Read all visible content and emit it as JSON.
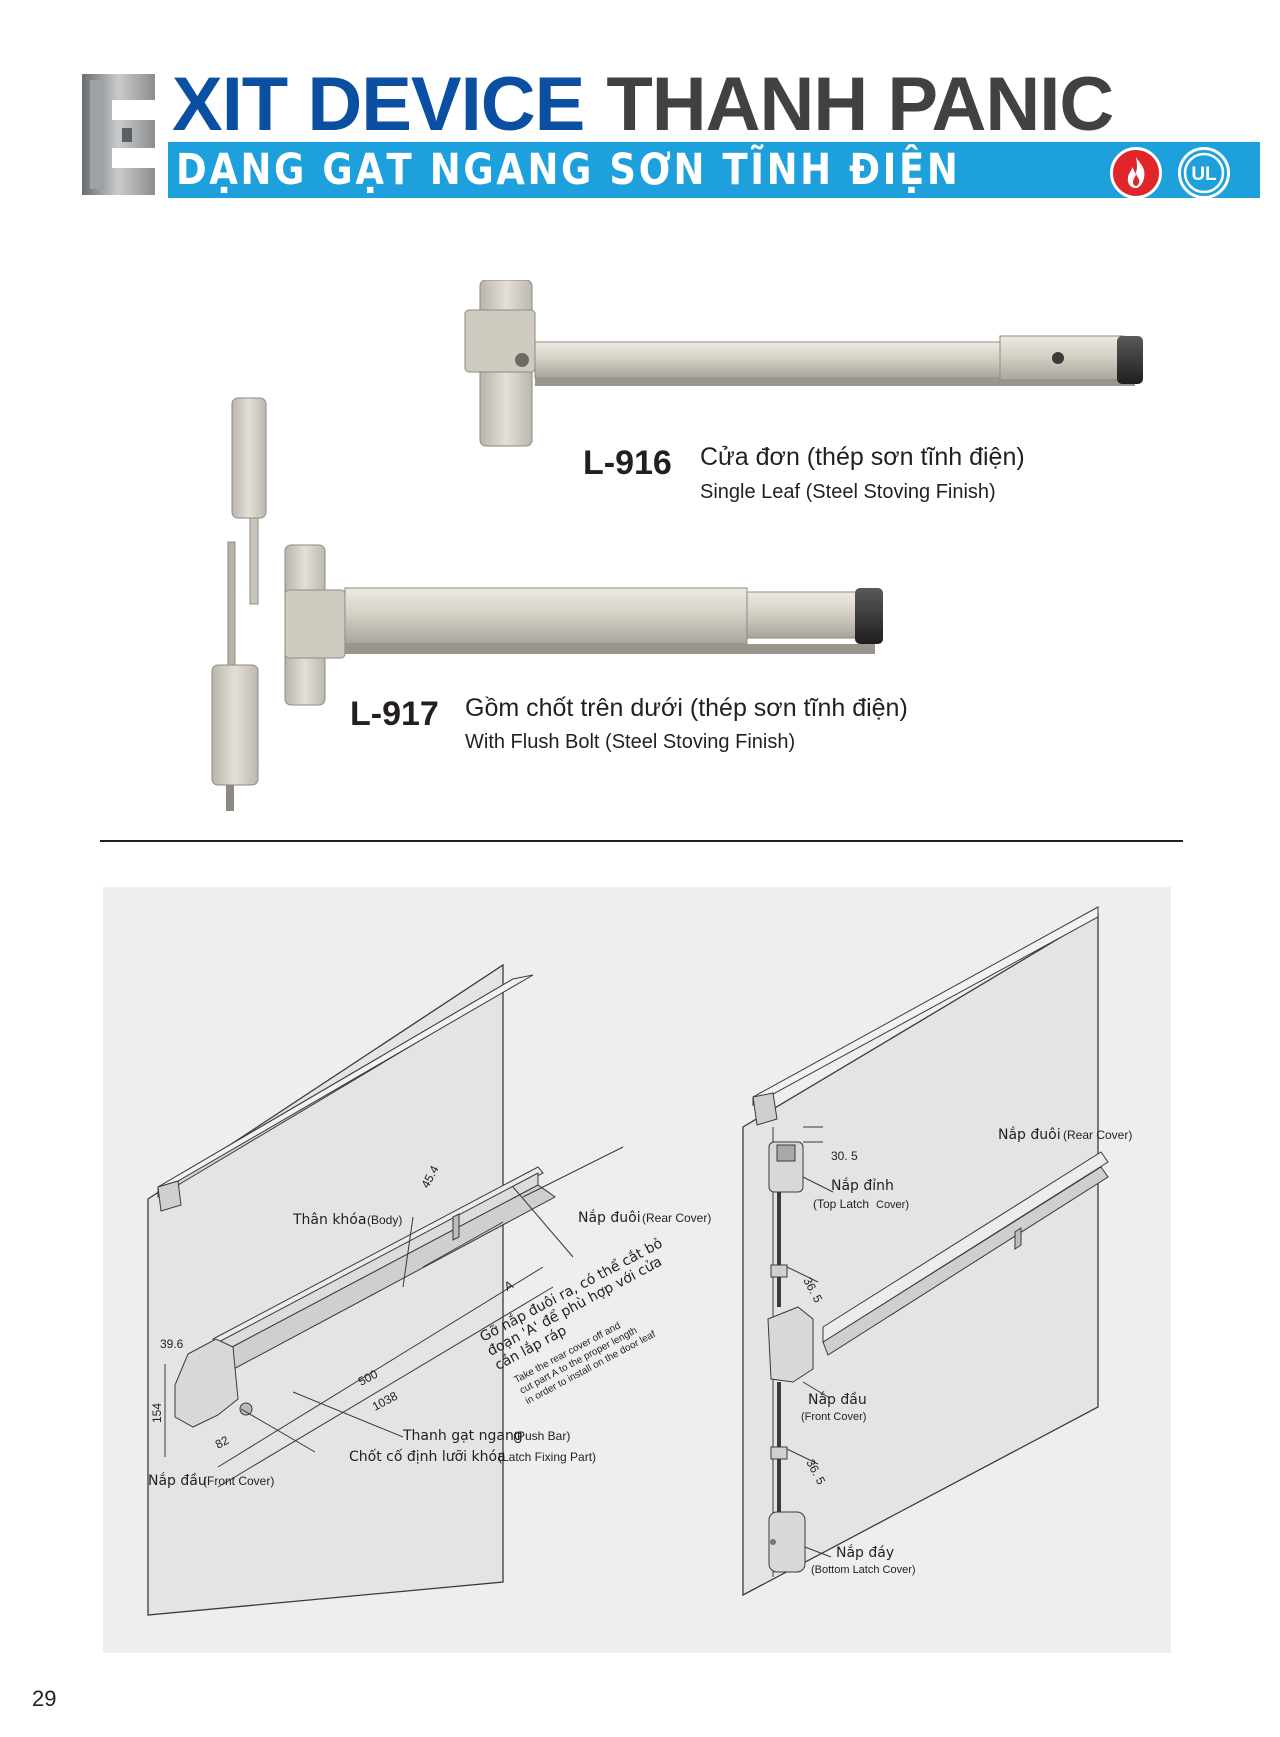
{
  "header": {
    "title_blue": "XIT DEVICE",
    "title_grey": "THANH PANIC",
    "subtitle": "DẠNG GẠT NGANG SƠN TĨNH ĐIỆN",
    "badge_ul": "UL",
    "colors": {
      "blue": "#0b4fa3",
      "bar": "#1ea0dc",
      "grey": "#3f4143",
      "fire_badge": "#e0262b"
    },
    "icons": [
      "fire-rated-icon",
      "ul-listed-icon"
    ]
  },
  "products": [
    {
      "model": "L-916",
      "name_vn": "Cửa đơn (thép sơn tĩnh điện)",
      "name_en": "Single Leaf (Steel Stoving Finish)"
    },
    {
      "model": "L-917",
      "name_vn": "Gồm chốt trên dưới (thép sơn tĩnh điện)",
      "name_en": "With Flush Bolt (Steel Stoving Finish)"
    }
  ],
  "diagram_left": {
    "body": "Thân khóa",
    "body_en": "(Body)",
    "rear_cover": "Nắp đuôi",
    "rear_cover_en": "(Rear Cover)",
    "push_bar": "Thanh gạt ngang",
    "push_bar_en": "(Push Bar)",
    "latch_fixing": "Chốt cố định lưỡi khóa",
    "latch_fixing_en": "(Latch Fixing Part)",
    "front_cover": "Nắp đầu",
    "front_cover_en": "(Front Cover)",
    "note_vn_1": "Gỡ nắp đuôi ra, có thể cắt bỏ",
    "note_vn_2": "đoạn 'A' để phù hợp với cửa",
    "note_vn_3": "cần lắp ráp",
    "note_en_1": "Take the rear cover off and",
    "note_en_2": "cut part A to the  proper length",
    "note_en_3": "in order to install on the door leaf",
    "dims": {
      "d1": "45.4",
      "d2": "39.6",
      "d3": "154",
      "d4": "82",
      "d5": "500",
      "d6": "1038",
      "d7": "A"
    }
  },
  "diagram_right": {
    "rear_cover": "Nắp đuôi",
    "rear_cover_en": "(Rear Cover)",
    "top_latch": "Nắp đỉnh",
    "top_latch_en": "(Top Latch",
    "top_latch_en2": "Cover)",
    "front_cover": "Nắp đầu",
    "front_cover_en": "(Front Cover)",
    "bottom_latch": "Nắp đáy",
    "bottom_latch_en": "(Bottom Latch Cover)",
    "dims": {
      "d1": "30. 5",
      "d2": "36. 5",
      "d3": "36. 5"
    }
  },
  "page_number": "29"
}
